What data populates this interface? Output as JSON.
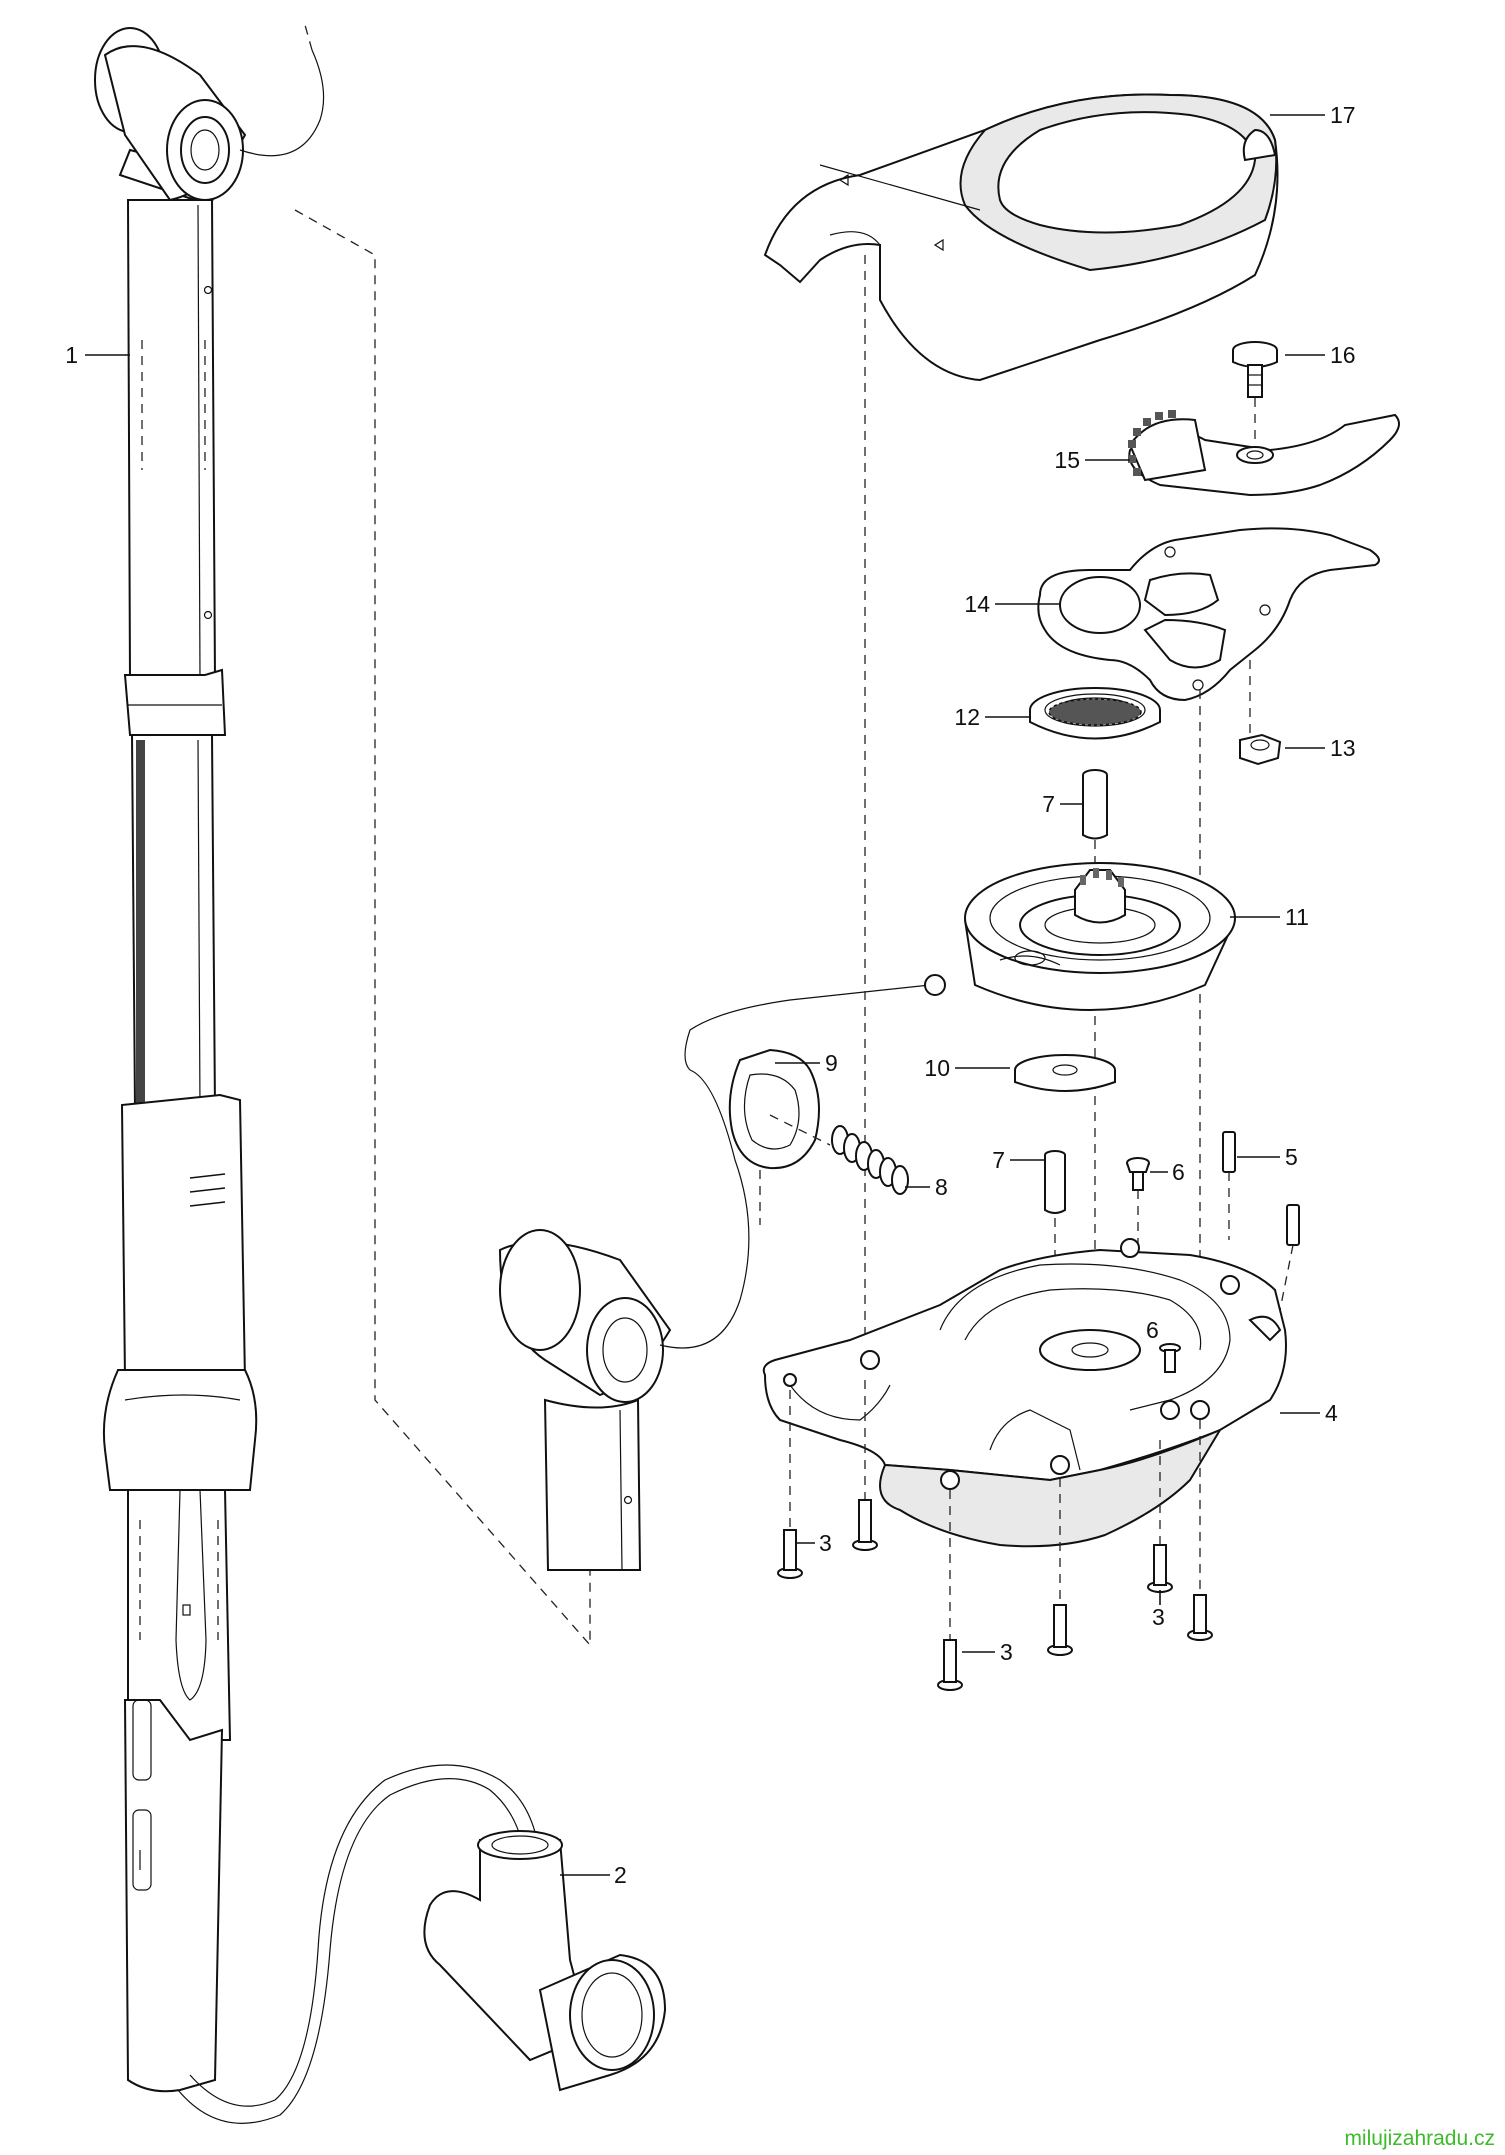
{
  "diagram": {
    "parts": [
      {
        "id": "part-1",
        "label": "1"
      },
      {
        "id": "part-2",
        "label": "2"
      },
      {
        "id": "part-3a",
        "label": "3"
      },
      {
        "id": "part-3b",
        "label": "3"
      },
      {
        "id": "part-3c",
        "label": "3"
      },
      {
        "id": "part-4",
        "label": "4"
      },
      {
        "id": "part-5",
        "label": "5"
      },
      {
        "id": "part-6a",
        "label": "6"
      },
      {
        "id": "part-6b",
        "label": "6"
      },
      {
        "id": "part-7a",
        "label": "7"
      },
      {
        "id": "part-7b",
        "label": "7"
      },
      {
        "id": "part-8",
        "label": "8"
      },
      {
        "id": "part-9",
        "label": "9"
      },
      {
        "id": "part-10",
        "label": "10"
      },
      {
        "id": "part-11",
        "label": "11"
      },
      {
        "id": "part-12",
        "label": "12"
      },
      {
        "id": "part-13",
        "label": "13"
      },
      {
        "id": "part-14",
        "label": "14"
      },
      {
        "id": "part-15",
        "label": "15"
      },
      {
        "id": "part-16",
        "label": "16"
      },
      {
        "id": "part-17",
        "label": "17"
      }
    ]
  },
  "watermark": "milujizahradu.cz"
}
